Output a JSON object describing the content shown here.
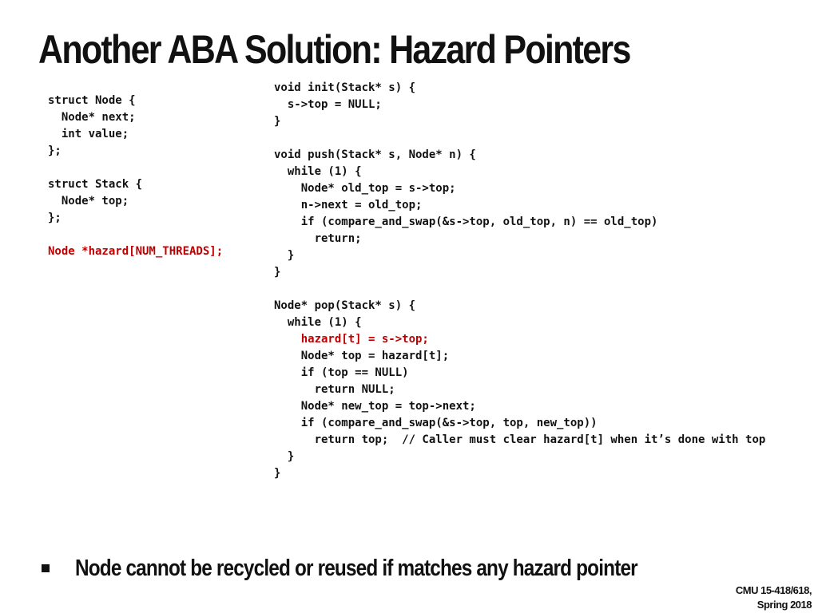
{
  "title": "Another ABA Solution:  Hazard Pointers",
  "colors": {
    "text": "#111111",
    "highlight": "#c00000",
    "background": "#ffffff"
  },
  "left_code": [
    {
      "text": "struct Node {",
      "highlight": false
    },
    {
      "text": "  Node* next;",
      "highlight": false
    },
    {
      "text": "  int value;",
      "highlight": false
    },
    {
      "text": "};",
      "highlight": false
    },
    {
      "text": "",
      "highlight": false
    },
    {
      "text": "struct Stack {",
      "highlight": false
    },
    {
      "text": "  Node* top;",
      "highlight": false
    },
    {
      "text": "};",
      "highlight": false
    },
    {
      "text": "",
      "highlight": false
    },
    {
      "text": "Node *hazard[NUM_THREADS];",
      "highlight": true
    }
  ],
  "right_code": [
    {
      "text": "void init(Stack* s) {",
      "highlight": false
    },
    {
      "text": "  s->top = NULL;",
      "highlight": false
    },
    {
      "text": "}",
      "highlight": false
    },
    {
      "text": "",
      "highlight": false
    },
    {
      "text": "void push(Stack* s, Node* n) {",
      "highlight": false
    },
    {
      "text": "  while (1) {",
      "highlight": false
    },
    {
      "text": "    Node* old_top = s->top;",
      "highlight": false
    },
    {
      "text": "    n->next = old_top;",
      "highlight": false
    },
    {
      "text": "    if (compare_and_swap(&s->top, old_top, n) == old_top)",
      "highlight": false
    },
    {
      "text": "      return;",
      "highlight": false
    },
    {
      "text": "  }",
      "highlight": false
    },
    {
      "text": "}",
      "highlight": false
    },
    {
      "text": "",
      "highlight": false
    },
    {
      "text": "Node* pop(Stack* s) {",
      "highlight": false
    },
    {
      "text": "  while (1) {",
      "highlight": false
    },
    {
      "text": "    hazard[t] = s->top;",
      "highlight": true
    },
    {
      "text": "    Node* top = hazard[t];",
      "highlight": false
    },
    {
      "text": "    if (top == NULL)",
      "highlight": false
    },
    {
      "text": "      return NULL;",
      "highlight": false
    },
    {
      "text": "    Node* new_top = top->next;",
      "highlight": false
    },
    {
      "text": "    if (compare_and_swap(&s->top, top, new_top))",
      "highlight": false
    },
    {
      "text": "      return top;  // Caller must clear hazard[t] when it’s done with top",
      "highlight": false
    },
    {
      "text": "  }",
      "highlight": false
    },
    {
      "text": "}",
      "highlight": false
    }
  ],
  "bullet": {
    "text": "Node cannot be recycled or reused if matches any hazard pointer"
  },
  "footer": {
    "line1": "CMU 15-418/618,",
    "line2": "Spring 2018"
  }
}
